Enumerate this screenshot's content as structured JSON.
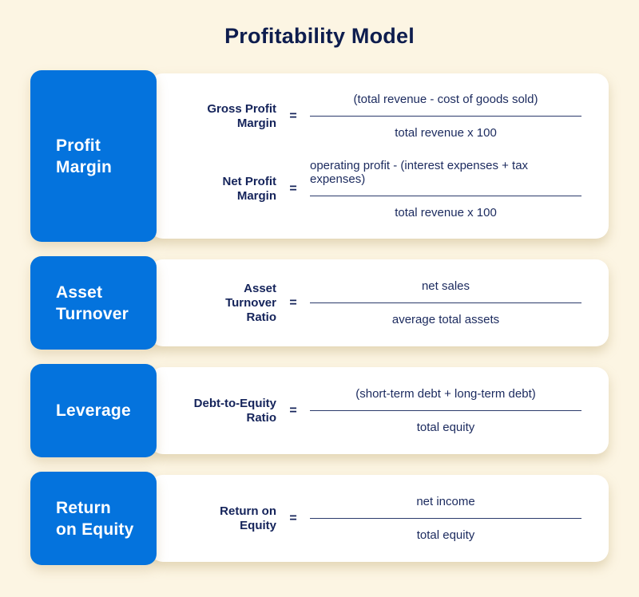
{
  "title": "Profitability Model",
  "equals": "=",
  "colors": {
    "background": "#FCF5E3",
    "accent_blue": "#0473DD",
    "navy_text": "#14235A",
    "card_white": "#FFFFFF"
  },
  "rows": [
    {
      "label_lines": [
        "Profit",
        "Margin"
      ],
      "formulas": [
        {
          "name_lines": [
            "Gross Profit",
            "Margin"
          ],
          "numerator": "(total revenue - cost of goods sold)",
          "denominator": "total revenue x 100"
        },
        {
          "name_lines": [
            "Net Profit",
            "Margin"
          ],
          "numerator": "operating profit - (interest expenses + tax expenses)",
          "denominator": "total revenue x 100"
        }
      ]
    },
    {
      "label_lines": [
        "Asset",
        "Turnover"
      ],
      "formulas": [
        {
          "name_lines": [
            "Asset",
            "Turnover",
            "Ratio"
          ],
          "numerator": "net sales",
          "denominator": "average total assets"
        }
      ]
    },
    {
      "label_lines": [
        "Leverage"
      ],
      "formulas": [
        {
          "name_lines": [
            "Debt-to-Equity",
            "Ratio"
          ],
          "numerator": "(short-term debt + long-term debt)",
          "denominator": "total equity"
        }
      ]
    },
    {
      "label_lines": [
        "Return",
        "on Equity"
      ],
      "formulas": [
        {
          "name_lines": [
            "Return on",
            "Equity"
          ],
          "numerator": "net income",
          "denominator": "total equity"
        }
      ]
    }
  ]
}
